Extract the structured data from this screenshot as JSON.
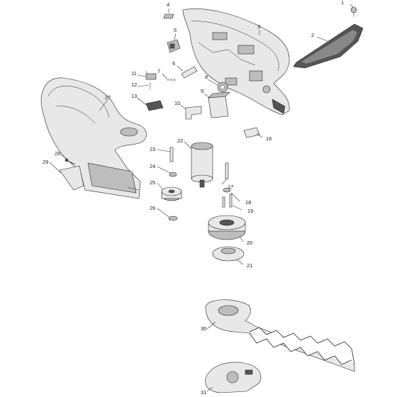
{
  "diagram": {
    "part_numbers": [
      "1",
      "2",
      "3",
      "4",
      "5",
      "6",
      "7",
      "8",
      "9",
      "10",
      "11",
      "12",
      "13",
      "16",
      "17",
      "18",
      "19",
      "20",
      "21",
      "22",
      "23",
      "24",
      "25",
      "26",
      "27",
      "28",
      "29",
      "30",
      "31"
    ]
  }
}
